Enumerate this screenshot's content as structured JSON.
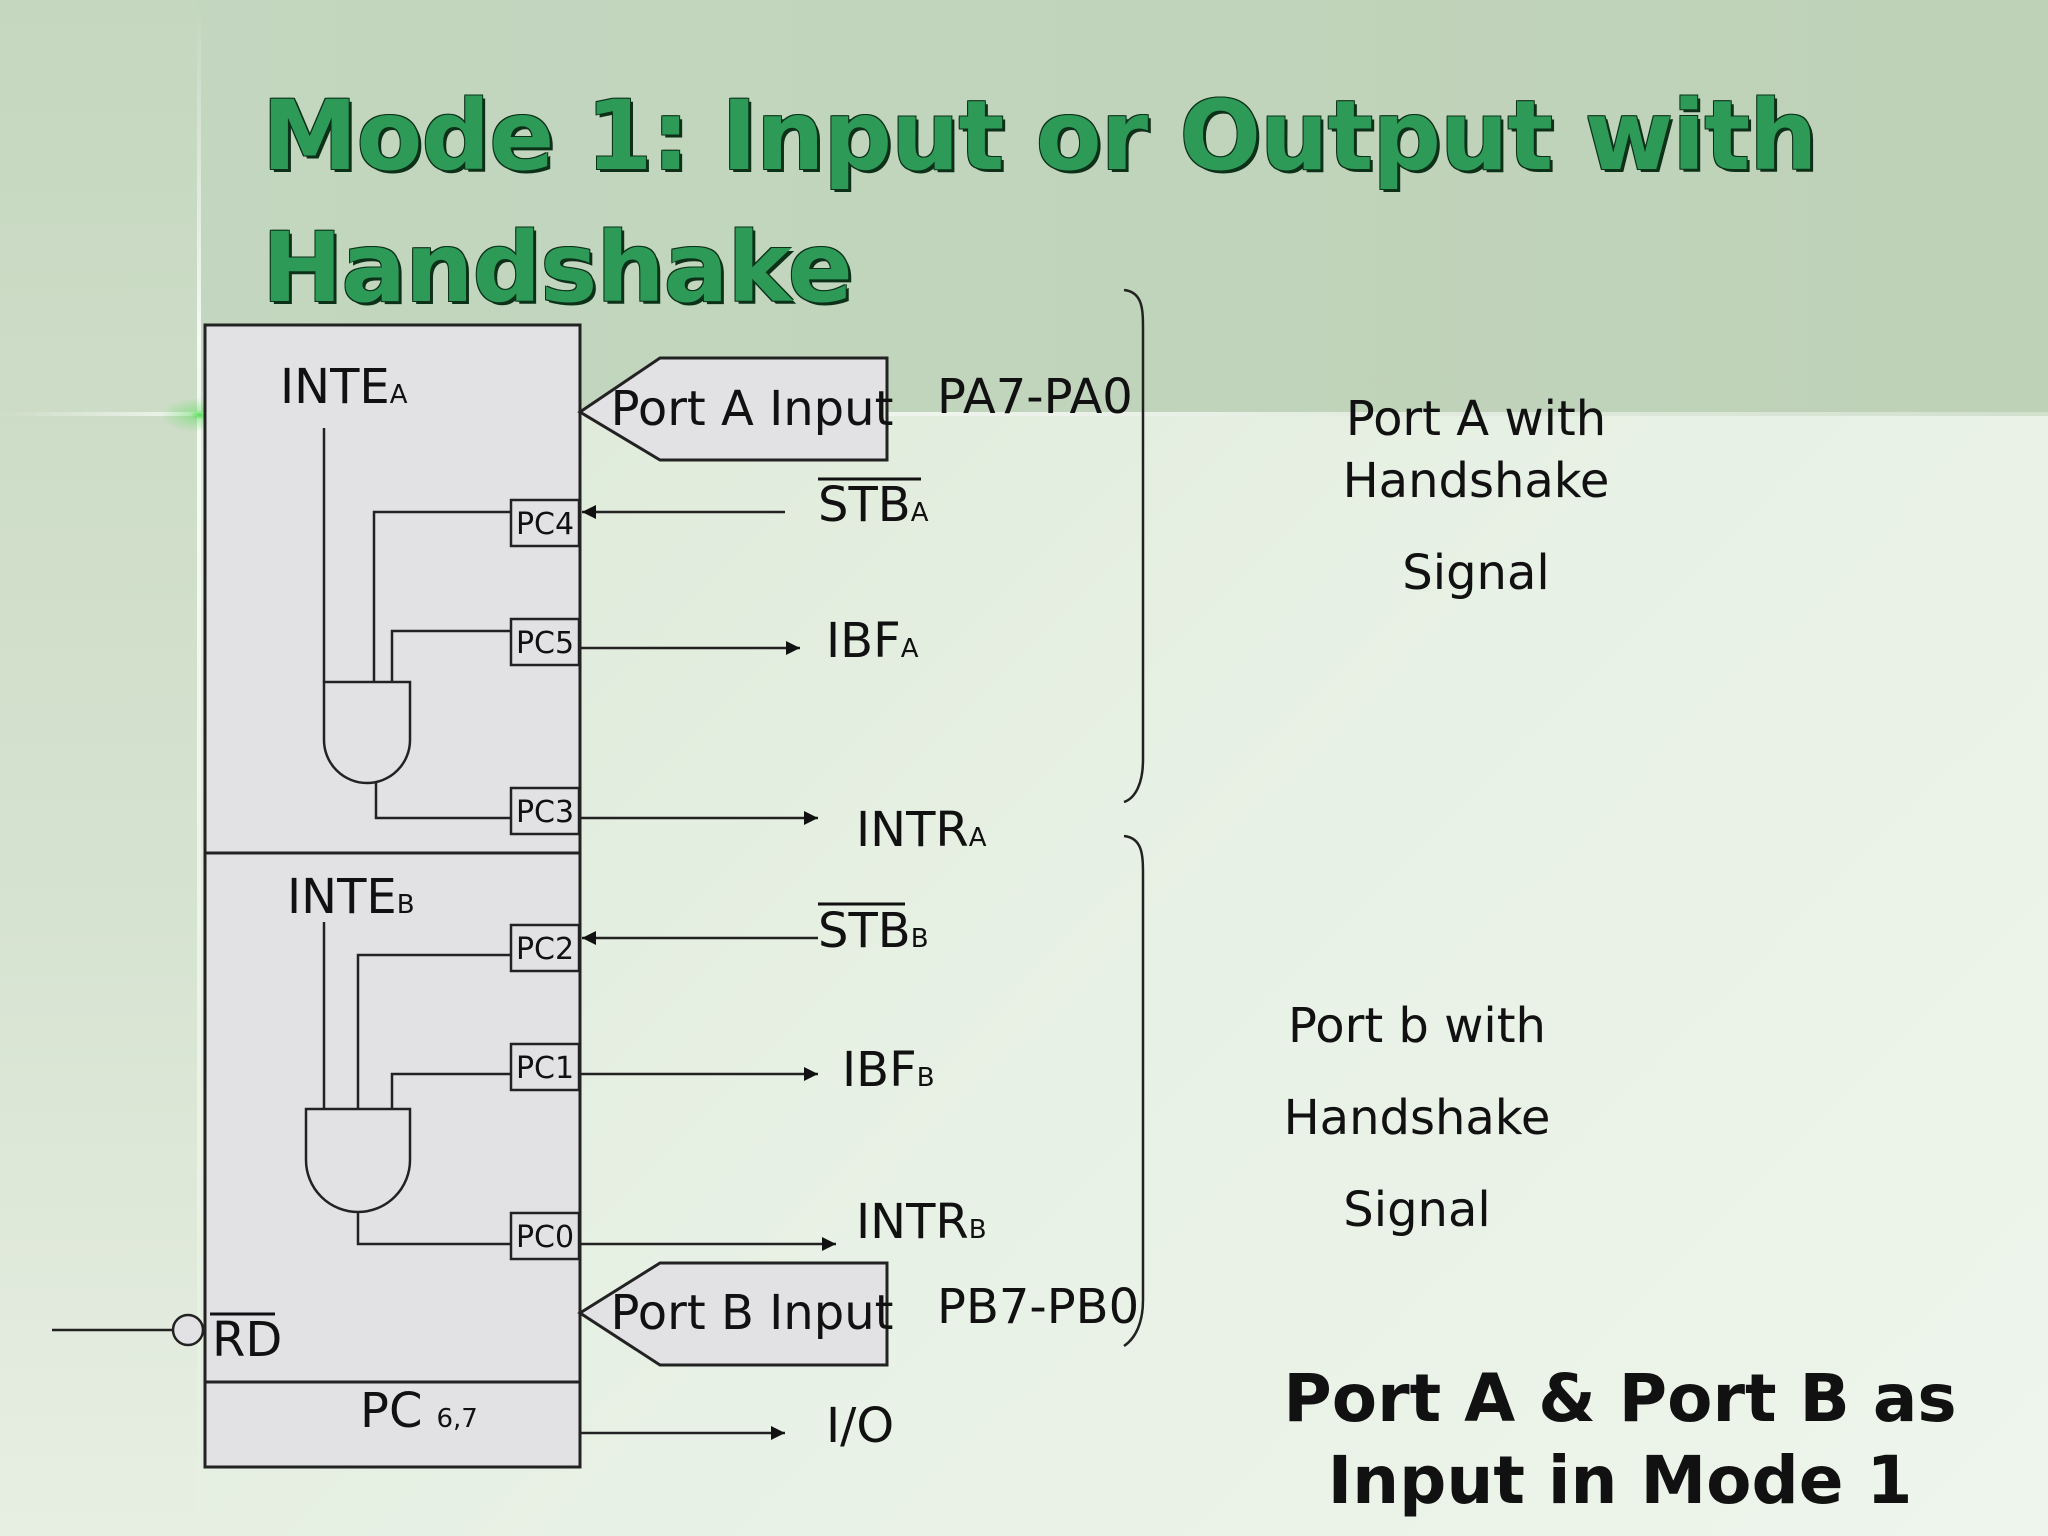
{
  "slide": {
    "title": "Mode 1: Input or Output with Handshake",
    "summary_line1": "Port A & Port B as",
    "summary_line2": "Input in Mode 1"
  },
  "diagram": {
    "inte_a": {
      "main": "INTE",
      "sub": "A"
    },
    "inte_b": {
      "main": "INTE",
      "sub": "B"
    },
    "pins": [
      "PC4",
      "PC5",
      "PC3",
      "PC2",
      "PC1",
      "PC0"
    ],
    "pc67": {
      "main": "PC",
      "sub": "6,7"
    },
    "rd": "RD",
    "port_a_input": "Port A Input",
    "port_b_input": "Port B Input",
    "pa_bus": "PA7-PA0",
    "pb_bus": "PB7-PB0",
    "stb_a": {
      "main": "STB",
      "sub": "A"
    },
    "ibf_a": {
      "main": "IBF",
      "sub": "A"
    },
    "intr_a": {
      "main": "INTR",
      "sub": "A"
    },
    "stb_b": {
      "main": "STB",
      "sub": "B"
    },
    "ibf_b": {
      "main": "IBF",
      "sub": "B"
    },
    "intr_b": {
      "main": "INTR",
      "sub": "B"
    },
    "io": "I/O"
  },
  "group_a": {
    "line1": "Port A with",
    "line2": "Handshake",
    "line3": "Signal"
  },
  "group_b": {
    "line1": "Port b with",
    "line2": "Handshake",
    "line3": "Signal"
  },
  "colors": {
    "title": "#2d9a58",
    "title_shadow": "#0c3018",
    "box_fill": "#e2e2e4",
    "glow": "#50dc50"
  }
}
